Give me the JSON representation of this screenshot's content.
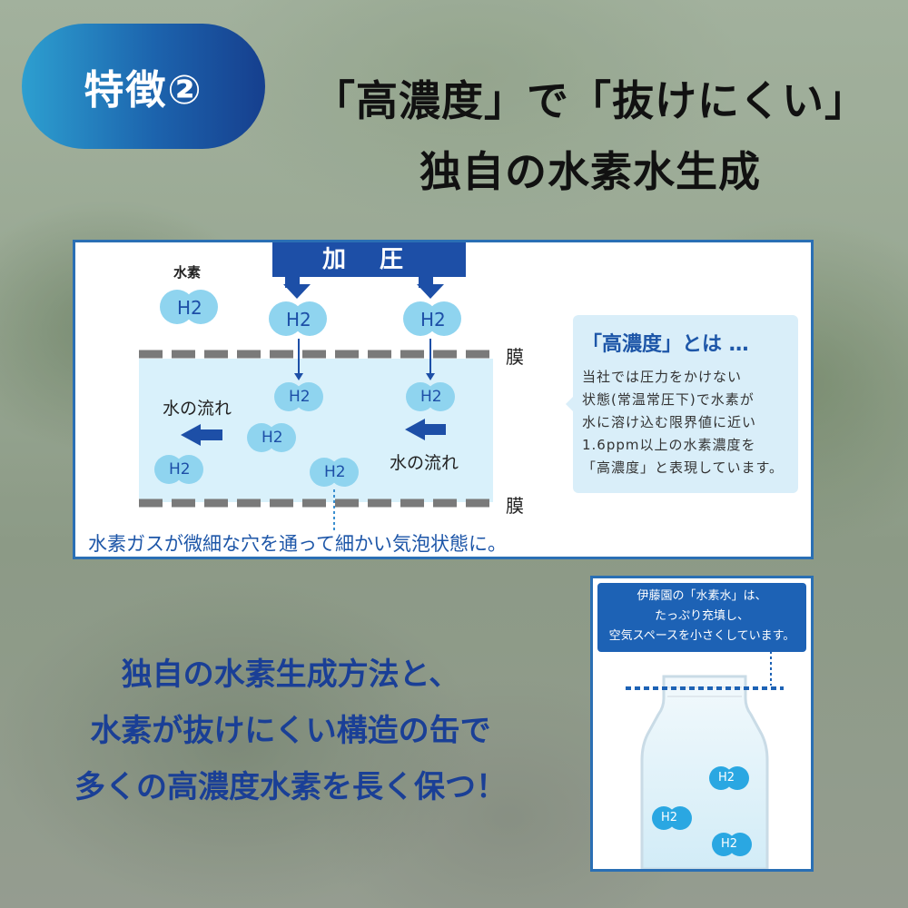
{
  "badge": {
    "label": "特徴②"
  },
  "headline": {
    "line1": "「高濃度」で「抜けにくい」",
    "line2": "独自の水素水生成"
  },
  "diagram": {
    "pressure_label": "加 圧",
    "hydrogen_label": "水素",
    "h2": "H2",
    "membrane_label": "膜",
    "water_flow_label": "水の流れ",
    "caption": "水素ガスが微細な穴を通って細かい気泡状態に。",
    "note": {
      "title": "「高濃度」とは …",
      "body": "当社では圧力をかけない\n状態(常温常圧下)で水素が\n水に溶け込む限界値に近い\n1.6ppm以上の水素濃度を\n「高濃度」と表現しています。"
    }
  },
  "main_text": {
    "line1": "独自の水素生成方法と、",
    "line2": "水素が抜けにくい構造の缶で",
    "line3": "多くの高濃度水素を長く保つ！"
  },
  "bottle": {
    "callout_line1": "伊藤園の「水素水」は、",
    "callout_line2": "たっぷり充填し、",
    "callout_line3": "空気スペースを小さくしています。",
    "h2": "H2"
  },
  "colors": {
    "accent": "#1d4fa7",
    "bubble": "#8fd4ef",
    "water": "#d9f1fb",
    "panel_border": "#2a6fb4"
  }
}
